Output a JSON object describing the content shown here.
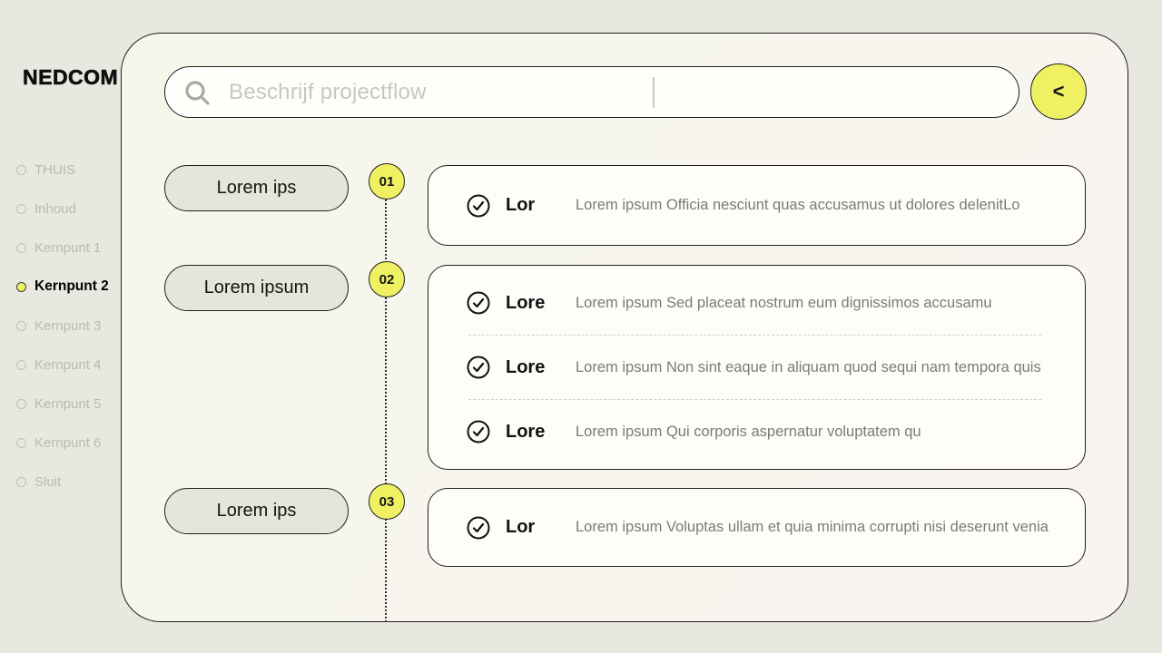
{
  "app": {
    "logo": "NEDCOM"
  },
  "sidebar": {
    "items": [
      {
        "label": "THUIS",
        "active": false
      },
      {
        "label": "Inhoud",
        "active": false
      },
      {
        "label": "Kernpunt 1",
        "active": false
      },
      {
        "label": "Kernpunt 2",
        "active": true
      },
      {
        "label": "Kernpunt 3",
        "active": false
      },
      {
        "label": "Kernpunt 4",
        "active": false
      },
      {
        "label": "Kernpunt 5",
        "active": false
      },
      {
        "label": "Kernpunt 6",
        "active": false
      },
      {
        "label": "Sluit",
        "active": false
      }
    ]
  },
  "search": {
    "placeholder": "Beschrijf projectflow"
  },
  "collapse_button": {
    "glyph": "<"
  },
  "timeline": {
    "steps": [
      {
        "number": "01",
        "pill": "Lorem ips",
        "items": [
          {
            "label": "Lor",
            "text": "Lorem ipsum Officia nesciunt quas accusamus ut dolores delenitLo"
          }
        ]
      },
      {
        "number": "02",
        "pill": "Lorem ipsum",
        "items": [
          {
            "label": "Lore",
            "text": "Lorem ipsum Sed placeat nostrum eum dignissimos accusamu"
          },
          {
            "label": "Lore",
            "text": "Lorem ipsum Non sint eaque in aliquam quod sequi nam tempora quis"
          },
          {
            "label": "Lore",
            "text": "Lorem ipsum Qui corporis aspernatur voluptatem qu"
          }
        ]
      },
      {
        "number": "03",
        "pill": "Lorem ips",
        "items": [
          {
            "label": "Lor",
            "text": "Lorem ipsum Voluptas ullam et quia minima corrupti nisi deserunt venia"
          }
        ]
      }
    ]
  },
  "colors": {
    "accent_yellow": "#EFF163",
    "pill_background": "#E4E6D9",
    "outer_background": "#E8E8E0",
    "border_dark": "#1F1F1C"
  }
}
